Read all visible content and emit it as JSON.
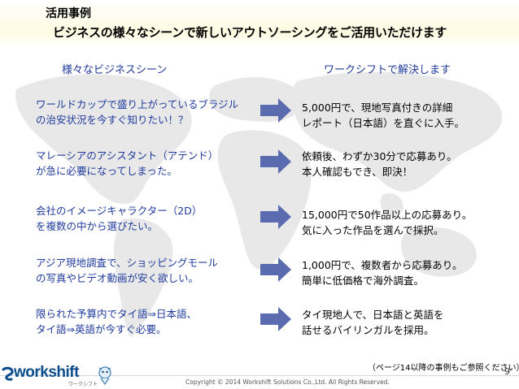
{
  "title": {
    "line1": "活用事例",
    "line2": "ビジネスの様々なシーンで新しいアウトソーシングをご活用いただけます"
  },
  "columns": {
    "left": "様々なビジネスシーン",
    "right": "ワークシフトで解決します"
  },
  "rows": [
    {
      "scene": [
        "ワールドカップで盛り上がっているブラジル",
        "の治安状況を今すぐ知りたい！？"
      ],
      "solution": [
        "5,000円で、現地写真付きの詳細",
        "レポート（日本語）を直ぐに入手。"
      ]
    },
    {
      "scene": [
        "マレーシアのアシスタント（アテンド）",
        "が急に必要になってしまった。"
      ],
      "solution": [
        "依頼後、わずか30分で応募あり。",
        "本人確認もでき、即決！"
      ]
    },
    {
      "scene": [
        "会社のイメージキャラクター（2D）",
        "を複数の中から選びたい。"
      ],
      "solution": [
        "15,000円で50作品以上の応募あり。",
        "気に入った作品を選んで採択。"
      ]
    },
    {
      "scene": [
        "アジア現地調査で、ショッピングモール",
        "の写真やビデオ動画が安く欲しい。"
      ],
      "solution": [
        "1,000円で、複数者から応募あり。",
        "簡単に低価格で海外調査。"
      ]
    },
    {
      "scene": [
        "限られた予算内でタイ語⇒日本語、",
        "タイ語⇒英語が今すぐ必要。"
      ],
      "solution": [
        "タイ現地人で、日本語と英語を",
        "話せるバイリンガルを採用。"
      ]
    }
  ],
  "note": "（ページ14以降の事例もご参照ください）",
  "footer": {
    "logo_text": "workshift",
    "logo_sub": "ワークシフト",
    "copyright": "Copyright © 2014 Workshift Solutions Co.,Ltd.  All Rights Reserved.",
    "page_number": "9"
  },
  "colors": {
    "scene_text": "#1f3a9c",
    "arrow": "#5b6bb0",
    "logo": "#0b4d8c"
  },
  "icons": [
    "world-map",
    "right-arrow-icon",
    "workshift-logo-icon",
    "mascot-icon"
  ]
}
